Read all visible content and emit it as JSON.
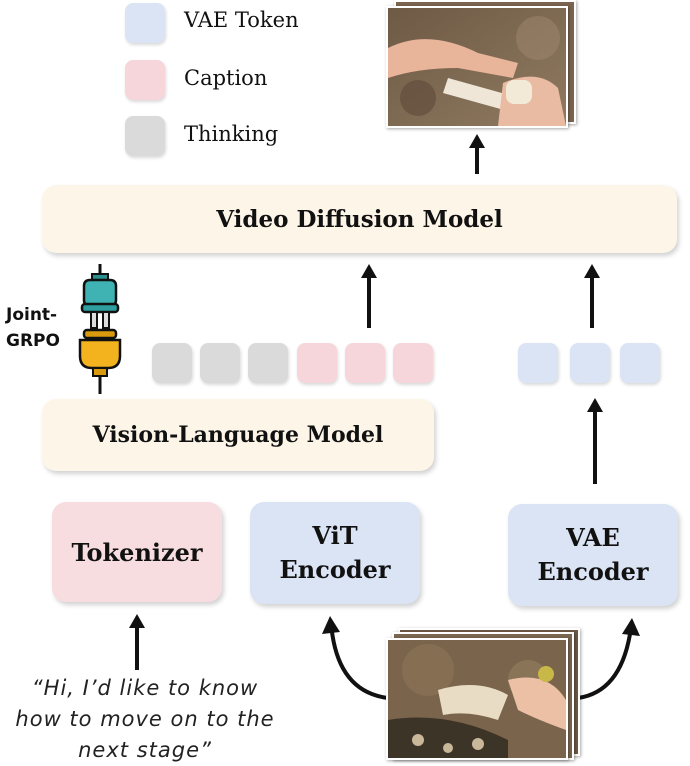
{
  "legend": {
    "items": [
      {
        "label": "VAE Token",
        "color": "#dbe4f4"
      },
      {
        "label": "Caption",
        "color": "#f7d6db"
      },
      {
        "label": "Thinking",
        "color": "#dadada"
      }
    ]
  },
  "models": {
    "video_diffusion": "Video Diffusion Model",
    "vision_language": "Vision-Language Model"
  },
  "encoders": {
    "tokenizer": "Tokenizer",
    "vit_line1": "ViT",
    "vit_line2": "Encoder",
    "vae_line1": "VAE",
    "vae_line2": "Encoder"
  },
  "joint_grpo": {
    "line1": "Joint-",
    "line2": "GRPO"
  },
  "prompt": {
    "line1": "“Hi, I’d like to know",
    "line2": "how to move on to the",
    "line3": "next stage”"
  },
  "colors": {
    "cream": "#fdf6e8",
    "pink": "#f7dce0",
    "blue": "#dbe4f4",
    "gray": "#dadada",
    "plug_teal": "#3fb3b3",
    "plug_yellow": "#f2b31f"
  }
}
